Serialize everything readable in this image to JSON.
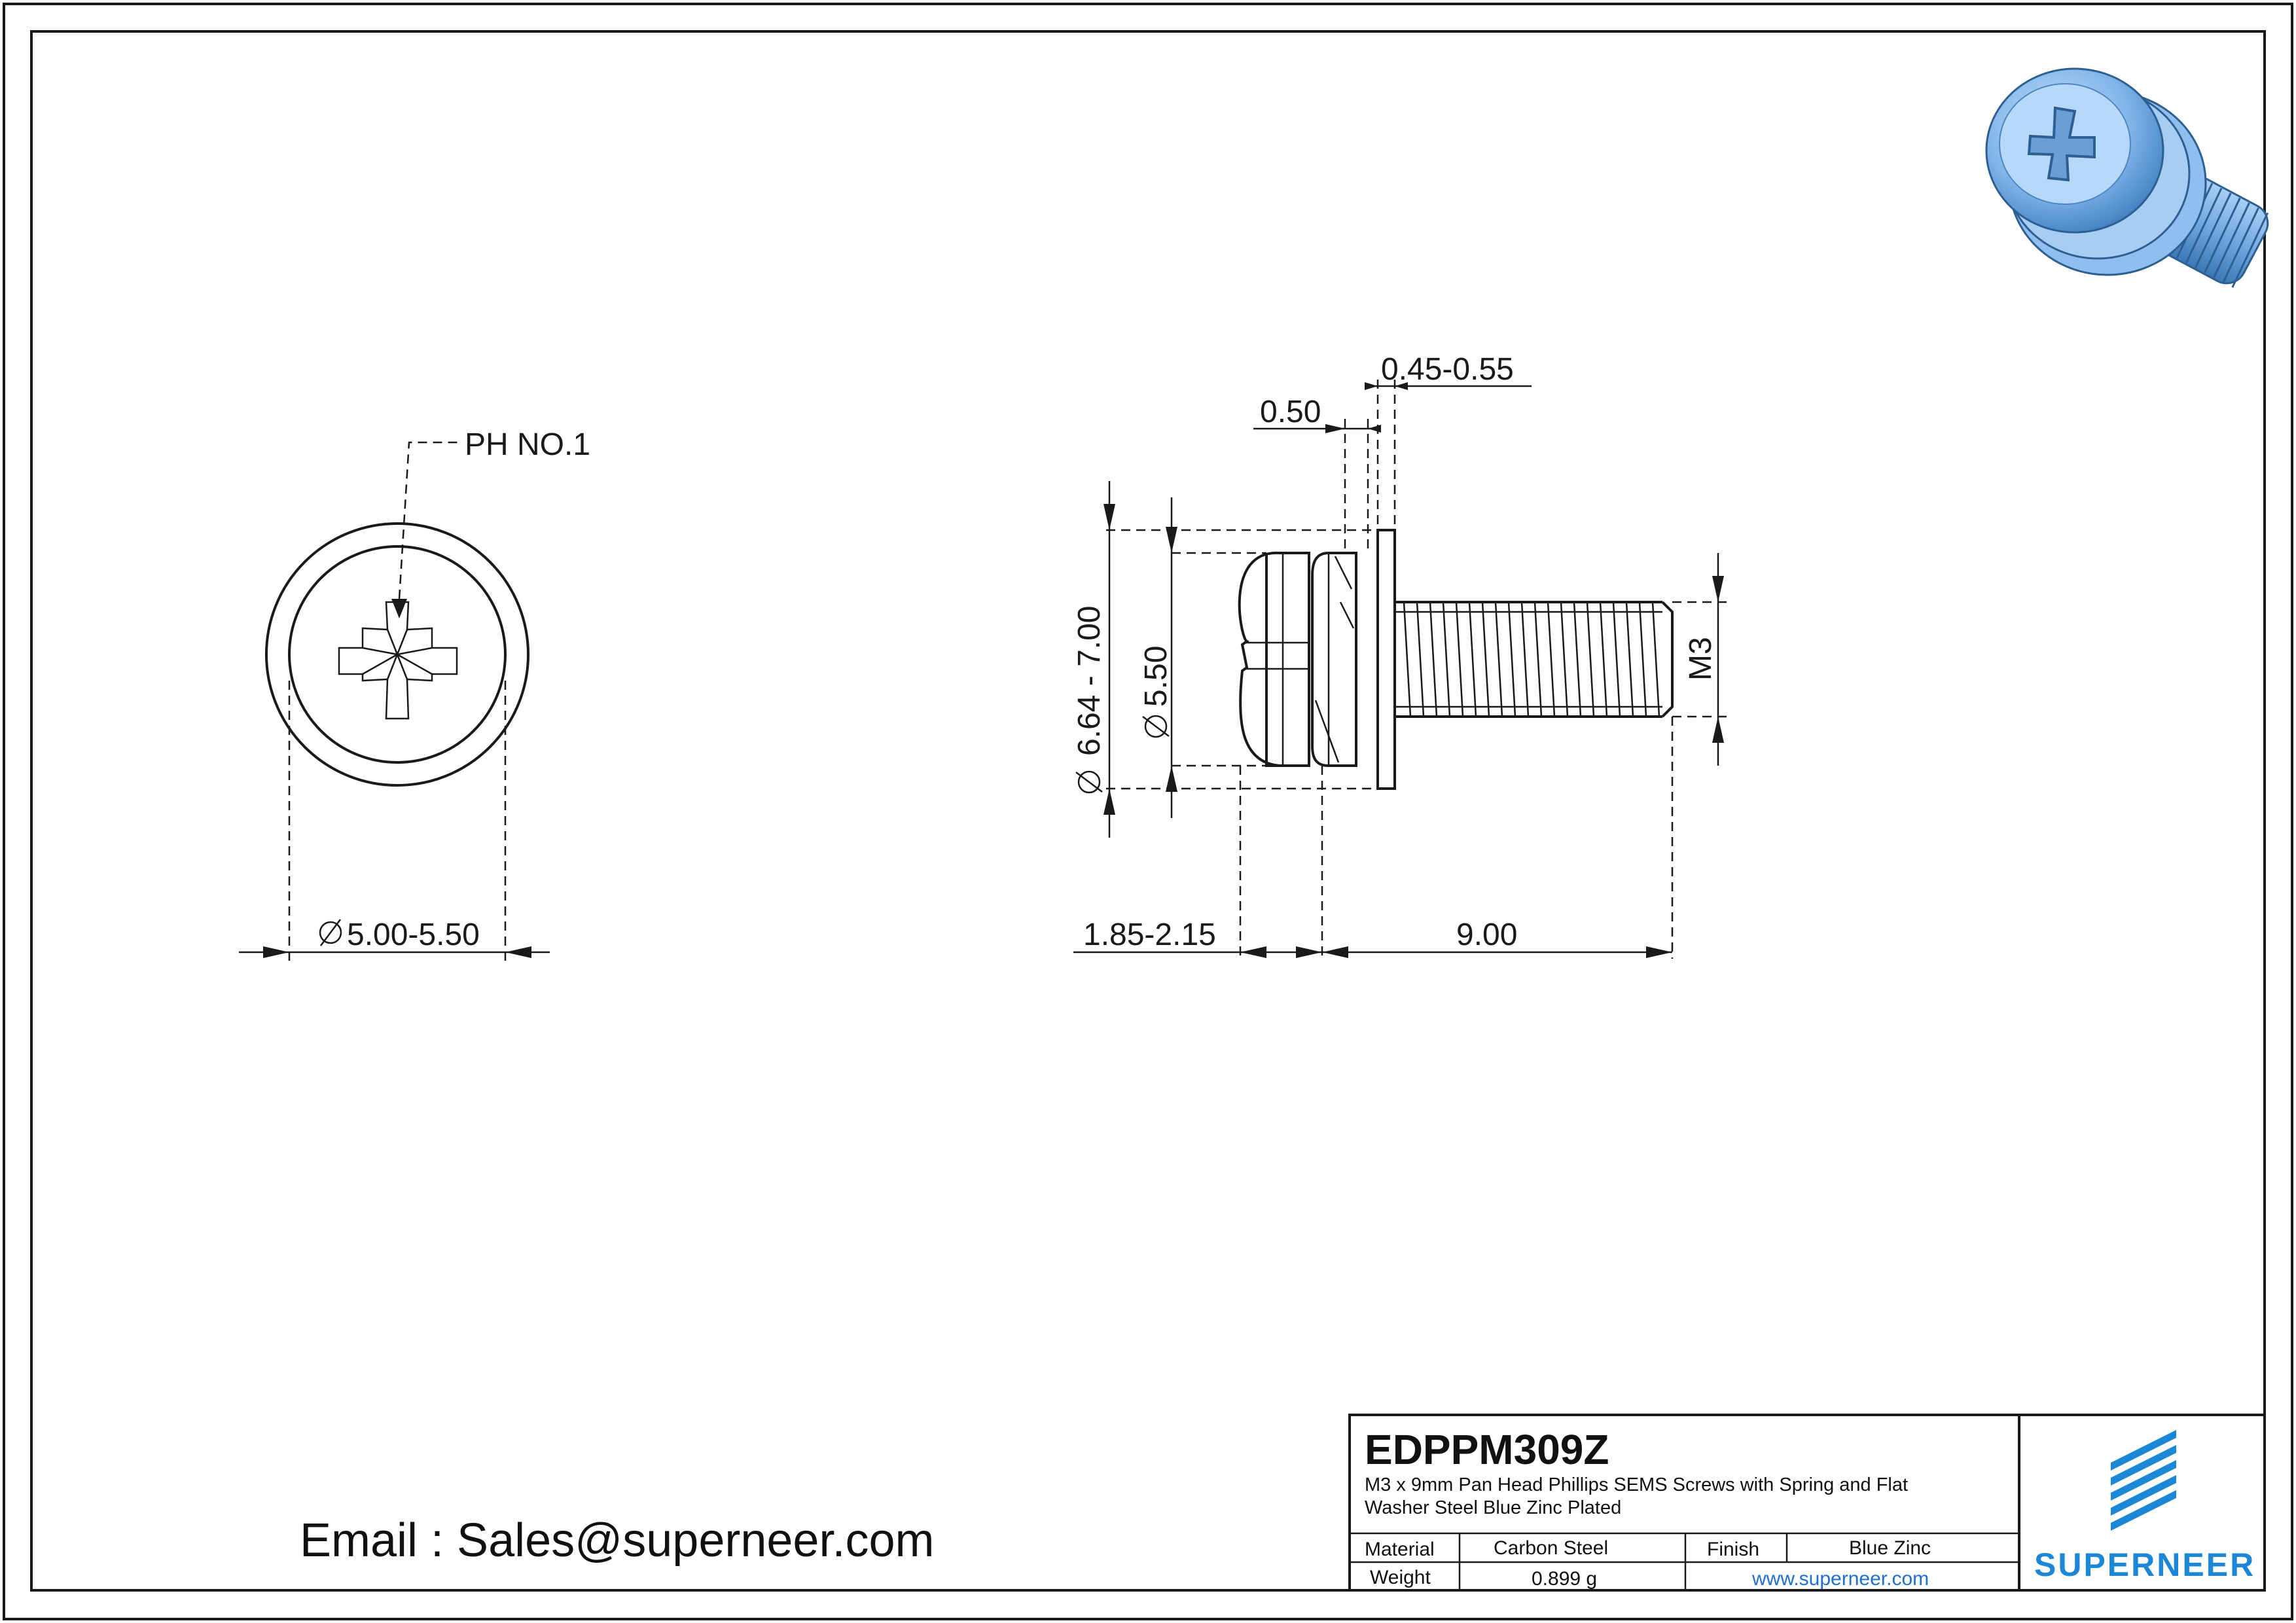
{
  "views": {
    "top": {
      "drive_label": "PH NO.1",
      "head_diameter_label": "5.00-5.50"
    },
    "side": {
      "washer_thickness_label": "0.45-0.55",
      "spring_thickness_label": "0.50",
      "washer_diameter_label": "6.64 - 7.00",
      "head_diameter_label": "5.50",
      "thread_label": "M3",
      "head_height_label": "1.85-2.15",
      "length_label": "9.00"
    }
  },
  "title_block": {
    "part_number": "EDPPM309Z",
    "description_line1": "M3 x 9mm Pan Head Phillips SEMS Screws with Spring and Flat",
    "description_line2": "Washer Steel Blue Zinc Plated",
    "material_label": "Material",
    "material_value": "Carbon Steel",
    "finish_label": "Finish",
    "finish_value": "Blue Zinc",
    "weight_label": "Weight",
    "weight_value": "0.899 g",
    "website": "www.superneer.com",
    "brand": "SUPERNEER"
  },
  "contact": {
    "email_text": "Email : Sales@superneer.com"
  },
  "colors": {
    "line": "#1a1a1a",
    "screw_blue": "#7fb4e8",
    "brand_blue": "#1b87d6"
  }
}
